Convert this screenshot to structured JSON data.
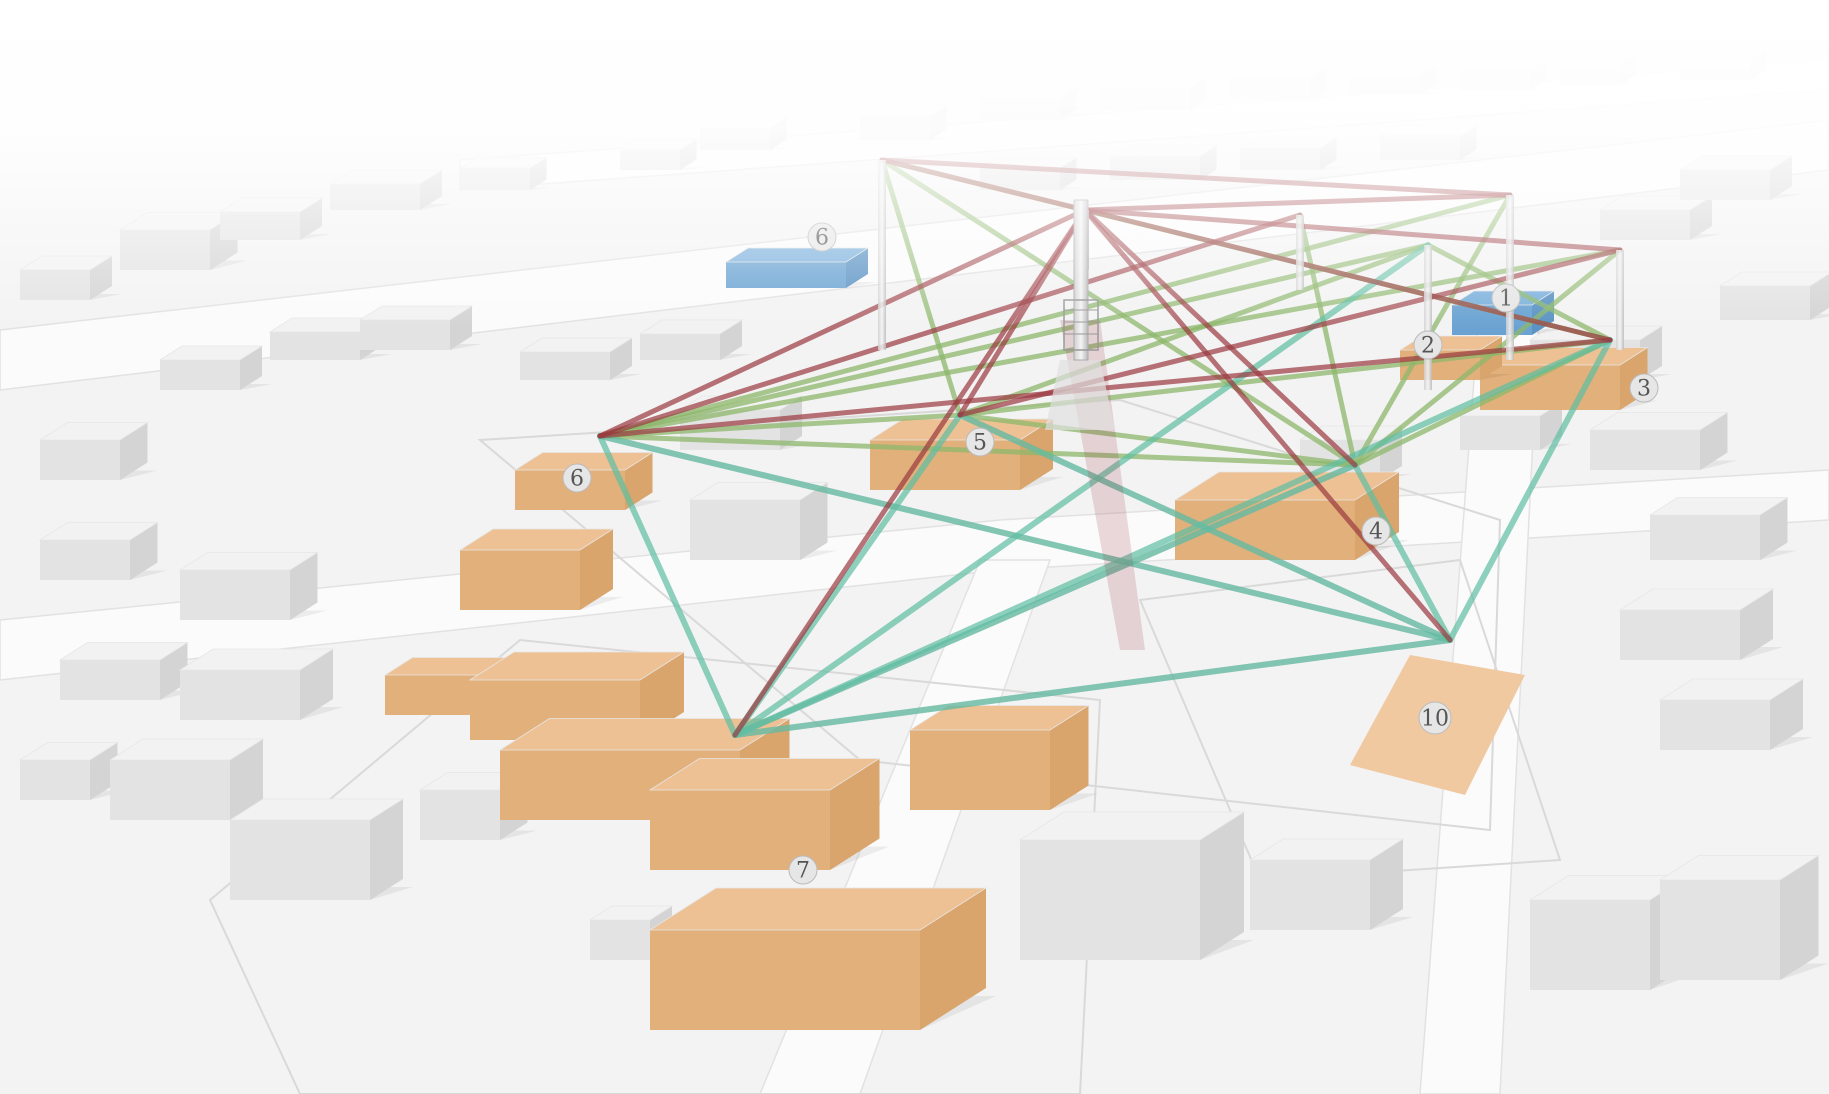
{
  "markers": [
    {
      "id": "m1",
      "text": "1"
    },
    {
      "id": "m2",
      "text": "2"
    },
    {
      "id": "m3",
      "text": "3"
    },
    {
      "id": "m4",
      "text": "4"
    },
    {
      "id": "m5",
      "text": "5"
    },
    {
      "id": "m6a",
      "text": "6"
    },
    {
      "id": "m6b",
      "text": "6"
    },
    {
      "id": "m7",
      "text": "7"
    },
    {
      "id": "m10",
      "text": "10"
    }
  ],
  "colors": {
    "ground": "#f4f4f4",
    "road": "#fafafa",
    "building_top": "#f2f2f2",
    "building_side": "#d4d4d4",
    "highlight_top": "#eec194",
    "highlight_side": "#d9a56c",
    "blue_top": "#7cb1dc",
    "blue_side": "#5b93c4",
    "link_red": "#9b3a40",
    "link_green": "#8db86b",
    "link_teal": "#5fbfa3",
    "mast": "#bdbdbd",
    "label_fill": "#e6e6e6"
  },
  "legend_items": []
}
